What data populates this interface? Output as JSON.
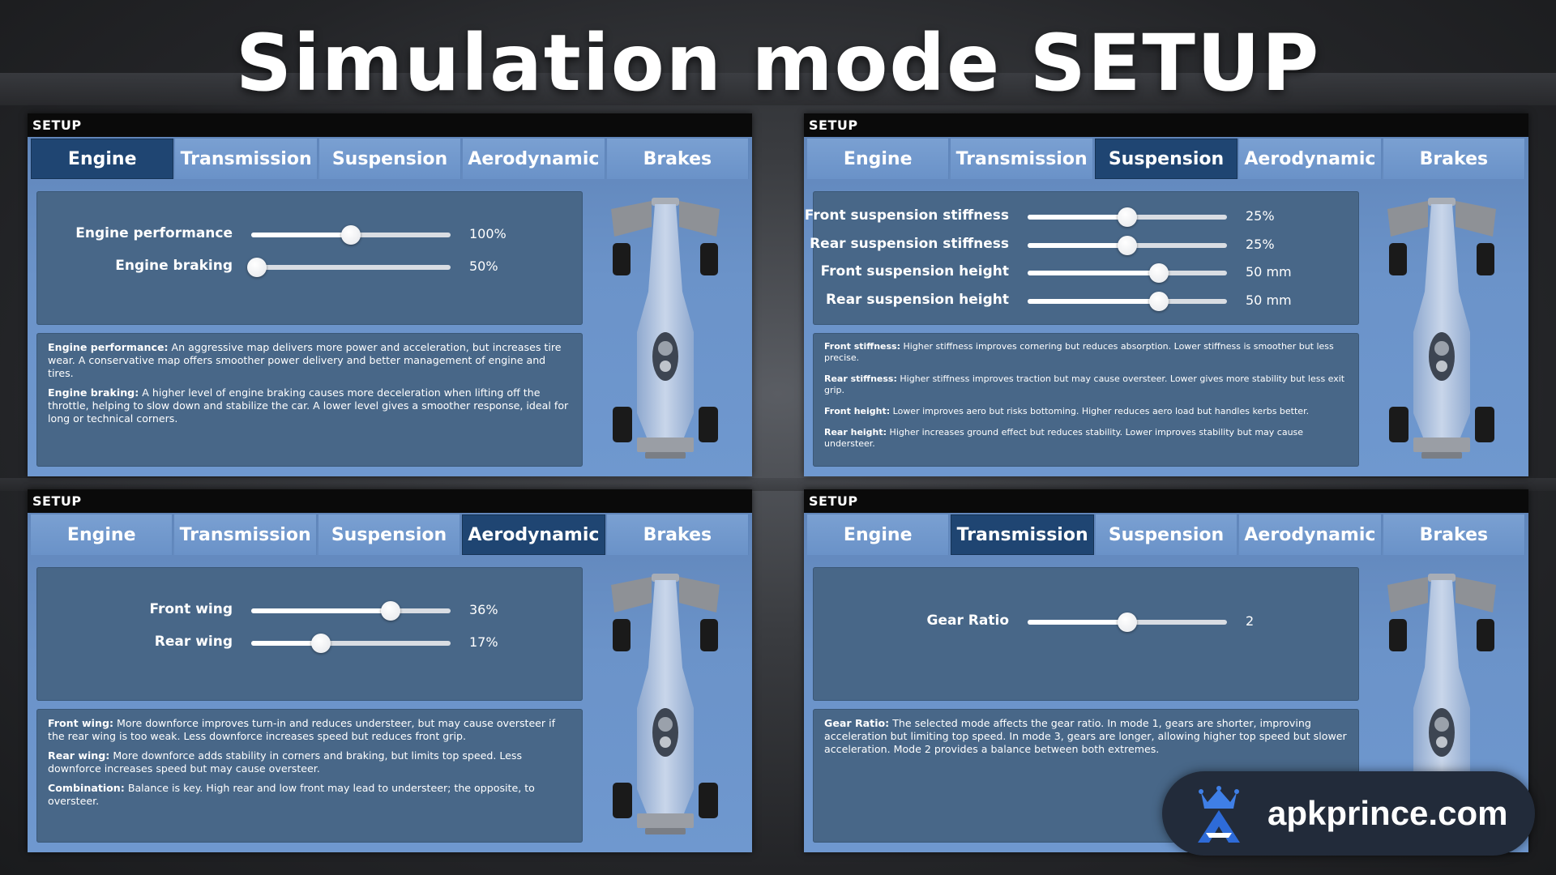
{
  "page_title": "Simulation mode SETUP",
  "tabs": [
    "Engine",
    "Transmission",
    "Suspension",
    "Aerodynamic",
    "Brakes"
  ],
  "panels": [
    {
      "header": "SETUP",
      "active_tab": 0,
      "controls": [
        {
          "label": "Engine performance",
          "value": "100%",
          "fraction": 0.5
        },
        {
          "label": "Engine braking",
          "value": "50%",
          "fraction": 0.03
        }
      ],
      "descriptions": [
        {
          "term": "Engine performance:",
          "text": " An aggressive map delivers more power and acceleration, but increases tire wear. A conservative map offers smoother power delivery and better management of engine and tires."
        },
        {
          "term": "Engine braking:",
          "text": " A higher level of engine braking causes more deceleration when lifting off the throttle, helping to slow down and stabilize the car. A lower level gives a smoother response, ideal for long or technical corners."
        }
      ]
    },
    {
      "header": "SETUP",
      "active_tab": 2,
      "controls": [
        {
          "label": "Front suspension stiffness",
          "value": "25%",
          "fraction": 0.5
        },
        {
          "label": "Rear suspension stiffness",
          "value": "25%",
          "fraction": 0.5
        },
        {
          "label": "Front suspension height",
          "value": "50 mm",
          "fraction": 0.66
        },
        {
          "label": "Rear suspension height",
          "value": "50 mm",
          "fraction": 0.66
        }
      ],
      "descriptions": [
        {
          "term": "Front stiffness:",
          "text": " Higher stiffness improves cornering but reduces absorption. Lower stiffness is smoother but less precise."
        },
        {
          "term": "Rear stiffness:",
          "text": " Higher stiffness improves traction but may cause oversteer. Lower gives more stability but less exit grip."
        },
        {
          "term": "Front height:",
          "text": " Lower improves aero but risks bottoming. Higher reduces aero load but handles kerbs better."
        },
        {
          "term": "Rear height:",
          "text": " Higher increases ground effect but reduces stability. Lower improves stability but may cause understeer."
        }
      ]
    },
    {
      "header": "SETUP",
      "active_tab": 3,
      "controls": [
        {
          "label": "Front wing",
          "value": "36%",
          "fraction": 0.7
        },
        {
          "label": "Rear wing",
          "value": "17%",
          "fraction": 0.35
        }
      ],
      "descriptions": [
        {
          "term": "Front wing:",
          "text": " More downforce improves turn-in and reduces understeer, but may cause oversteer if the rear wing is too weak. Less downforce increases speed but reduces front grip."
        },
        {
          "term": "Rear wing:",
          "text": " More downforce adds stability in corners and braking, but limits top speed. Less downforce increases speed but may cause oversteer."
        },
        {
          "term": "Combination:",
          "text": " Balance is key. High rear and low front may lead to understeer; the opposite, to oversteer."
        }
      ]
    },
    {
      "header": "SETUP",
      "active_tab": 1,
      "controls": [
        {
          "label": "Gear Ratio",
          "value": "2",
          "fraction": 0.5
        }
      ],
      "descriptions": [
        {
          "term": "Gear Ratio:",
          "text": " The selected mode affects the gear ratio. In mode 1, gears are shorter, improving acceleration but limiting top speed. In mode 3, gears are longer, allowing higher top speed but slower acceleration. Mode 2 provides a balance between both extremes."
        }
      ]
    }
  ],
  "watermark": {
    "text": "apkprince.com"
  },
  "colors": {
    "active_tab": "#1f4572",
    "panel": "#6b93c9",
    "box": "#486788"
  }
}
